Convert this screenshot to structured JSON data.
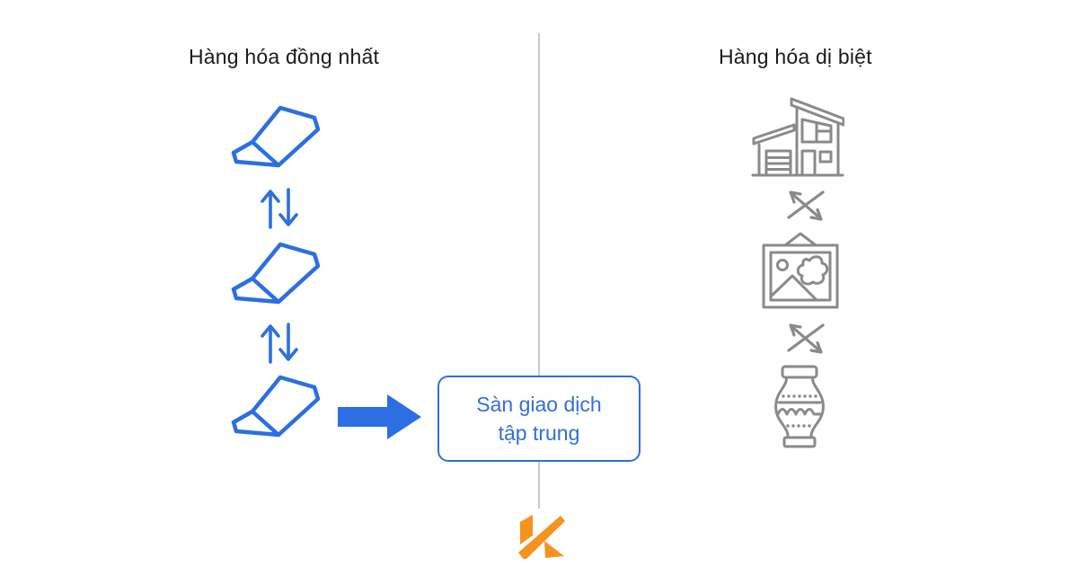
{
  "left_section": {
    "title": "Hàng hóa đồng nhất",
    "icons": [
      "gold-bar",
      "exchange-arrows",
      "gold-bar",
      "exchange-arrows",
      "gold-bar"
    ]
  },
  "right_section": {
    "title": "Hàng hóa dị biệt",
    "icons": [
      "house",
      "no-exchange-arrows",
      "painting",
      "no-exchange-arrows",
      "vase"
    ]
  },
  "center_section": {
    "exchange_box": {
      "line1": "Sàn giao dịch",
      "line2": "tập trung"
    },
    "flow_arrow_icon": "right-arrow",
    "divider_line": "vertical-divider",
    "logo_icon": "k-logo"
  },
  "colors": {
    "diagram_blue": "#2b6fe2",
    "box_text_blue": "#336fd6",
    "icon_gray": "#8a8a8a",
    "logo_orange": "#f6921e",
    "divider_gray": "#c9c9c9",
    "title_text": "#1b1b1b",
    "background": "#ffffff"
  }
}
